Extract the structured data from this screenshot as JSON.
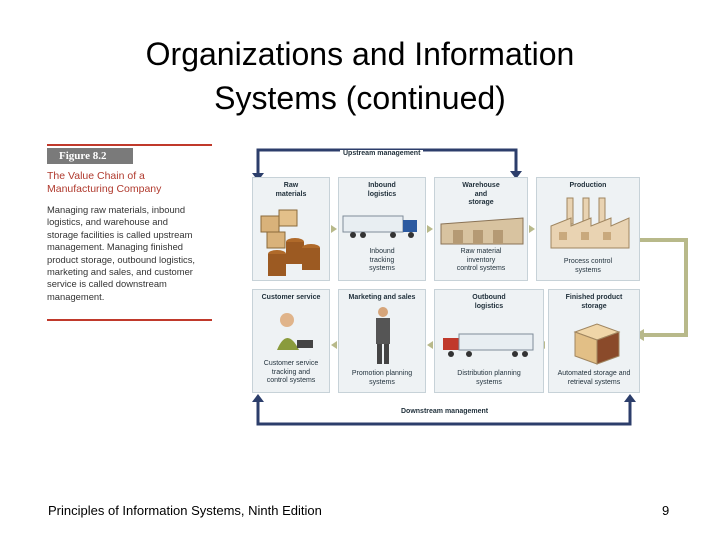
{
  "slide": {
    "title_line1": "Organizations and Information",
    "title_line2": "Systems (continued)",
    "footer": "Principles of Information Systems, Ninth Edition",
    "page_number": "9"
  },
  "figure": {
    "badge": "Figure 8.2",
    "title_line1": "The Value Chain of a",
    "title_line2": "Manufacturing Company",
    "desc_lines": [
      "Managing raw materials, inbound",
      "logistics, and warehouse and",
      "storage facilities is called upstream",
      "management. Managing finished",
      "product storage, outbound logistics,",
      "marketing and sales, and customer",
      "service is called downstream",
      "management."
    ]
  },
  "diagram": {
    "upstream": "Upstream management",
    "downstream": "Downstream management",
    "top_row": {
      "raw_materials": [
        "Raw",
        "materials"
      ],
      "inbound_logistics": [
        "Inbound",
        "logistics"
      ],
      "inbound_tracking": [
        "Inbound",
        "tracking",
        "systems"
      ],
      "warehouse": [
        "Warehouse",
        "and",
        "storage"
      ],
      "raw_inventory": [
        "Raw material",
        "inventory",
        "control systems"
      ],
      "production": [
        "Production"
      ],
      "process_control": [
        "Process control",
        "systems"
      ]
    },
    "bottom_row": {
      "customer_service": [
        "Customer service"
      ],
      "customer_tracking": [
        "Customer service",
        "tracking and",
        "control systems"
      ],
      "marketing": [
        "Marketing and sales"
      ],
      "promotion": [
        "Promotion planning",
        "systems"
      ],
      "outbound": [
        "Outbound",
        "logistics"
      ],
      "distribution": [
        "Distribution planning",
        "systems"
      ],
      "finished": [
        "Finished product",
        "storage"
      ],
      "automated": [
        "Automated storage and",
        "retrieval systems"
      ]
    }
  },
  "colors": {
    "accent_red": "#c0392b",
    "arrow_navy": "#2c3e6b",
    "loop_olive": "#b8b98a"
  }
}
